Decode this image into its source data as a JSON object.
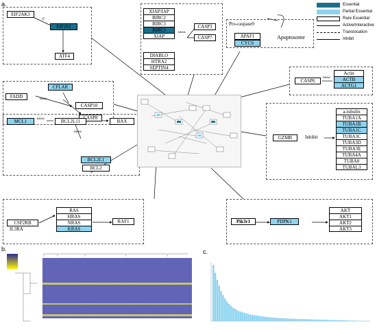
{
  "panel_labels": {
    "a": "a.",
    "b": "b.",
    "c": "c."
  },
  "colors": {
    "essential": "#1b6e8c",
    "partial": "#8dd3ef",
    "rare": "#ffffff"
  },
  "legend": {
    "essential": "Essential",
    "partial": "Partial Essential",
    "rare": "Rare Essential",
    "active": "Active/Interactive",
    "translocation": "Translocation",
    "inhibit": "Inhibit"
  },
  "eif2": {
    "a": "EIF2AK3",
    "b": "EIF2S1",
    "c": "ATF4",
    "edge": "P"
  },
  "iap": {
    "stack": [
      "XIAP/IAP",
      "BIRC2",
      "BIRC3",
      "BIRC5",
      "XIAP"
    ],
    "stack2": [
      "DIABLO",
      "HTRA2",
      "SEPTIN4"
    ],
    "casp3": "CASP3",
    "casp7": "CASP7",
    "edge": "Inhibit"
  },
  "apop": {
    "procasp": "Pro-caspase9",
    "apaf1": "APAF1",
    "cycs": "CYCS",
    "apoptosome": "Apoptosome"
  },
  "cflar": {
    "fadd": "FADD",
    "cflar": "CFLAR",
    "casp10": "CASP10",
    "casp8": "CASP8",
    "edge": "Inhibit"
  },
  "actin": {
    "casp6": "CASP6",
    "stack": [
      "Actin",
      "ACTB",
      "ACTG1"
    ],
    "edge": "Inhibit"
  },
  "mcl": {
    "mcl1": "MCL1",
    "bcl2l11": "BCL2L11",
    "bax": "BAX",
    "bcl2l1": "BCL2L1",
    "bcl2": "BCL2",
    "edge1": "Inhibit",
    "edge2": "Inhibit"
  },
  "tub": {
    "gzmb": "GZMB",
    "inhibit": "Inhibit",
    "stack": [
      "a-tubulin",
      "TUBA1A",
      "TUBA1B",
      "TUBA1C",
      "TUBA3C",
      "TUBA3D",
      "TUBA3E",
      "TUBA4A",
      "TUBA8",
      "TUBAL3"
    ]
  },
  "ras": {
    "stack": [
      "RAS",
      "HRAS",
      "NRAS",
      "KRAS"
    ],
    "csf2rb": "CSF2RB",
    "il3ra": "IL3RA",
    "raf1": "RAF1"
  },
  "pik": {
    "pik3r1": "Pik3r1",
    "pdpk1": "PDPK1",
    "stack": [
      "AKT",
      "AKT1",
      "AKT2",
      "AKT3"
    ]
  },
  "heatmap": {
    "palette": [
      "#2b2e8f",
      "#fff200"
    ]
  },
  "chart_data": {
    "type": "bar",
    "title": "",
    "values": [
      95,
      82,
      70,
      60,
      51,
      44,
      38,
      33,
      29,
      26,
      23,
      21,
      19,
      17,
      16,
      15,
      14,
      13,
      12,
      11,
      10.5,
      10,
      9.5,
      9,
      8.5,
      8,
      7.6,
      7.2,
      6.8,
      6.5,
      6.2,
      5.9,
      5.6,
      5.4,
      5.2,
      5,
      4.8,
      4.6,
      4.4,
      4.2,
      4,
      3.9,
      3.8,
      3.7,
      3.6,
      3.5,
      3.4,
      3.3,
      3.2,
      3.1,
      3.0,
      2.9,
      2.8,
      2.7,
      2.6,
      2.5,
      2.4,
      2.3,
      2.2,
      2.1,
      2.0,
      1.9,
      1.8,
      1.7,
      1.6,
      1.5,
      1.4,
      1.3,
      1.2,
      1.1,
      1.0,
      0.9,
      0.8,
      0.7,
      0.6,
      0.5,
      0.4,
      0.3,
      0.2,
      0.1
    ],
    "ylim": [
      0,
      100
    ],
    "color": "#8dd3ef",
    "grid": false,
    "xlabel": "",
    "ylabel": ""
  }
}
